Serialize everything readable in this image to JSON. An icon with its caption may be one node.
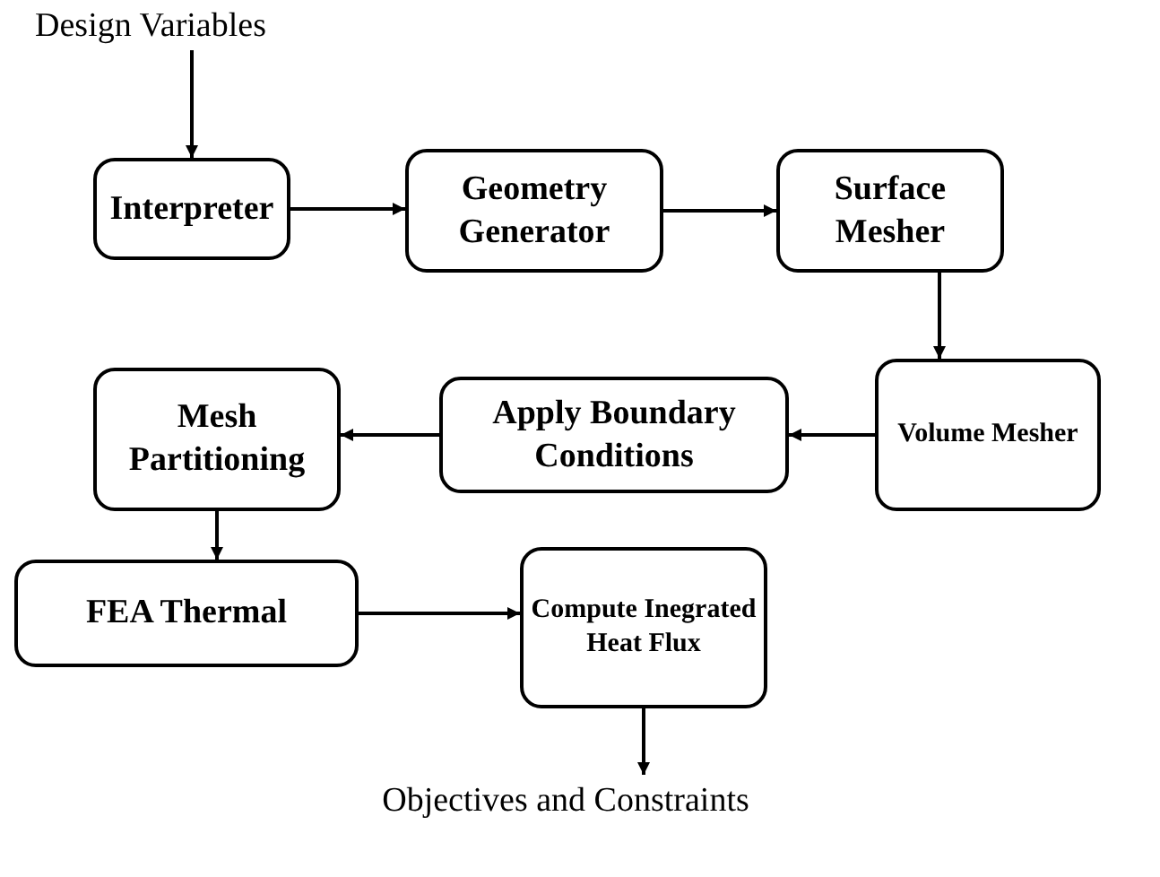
{
  "diagram": {
    "nodes": [
      {
        "text": [
          "Design Variables"
        ]
      },
      {
        "text": [
          "Interpreter"
        ]
      },
      {
        "text": [
          "Geometry Generator"
        ]
      },
      {
        "text": [
          "Surface Mesher"
        ]
      },
      {
        "text": [
          "Volume Mesher"
        ]
      },
      {
        "text": [
          "Apply Boundary Conditions"
        ]
      },
      {
        "text": [
          "Mesh Partitioning"
        ]
      },
      {
        "text": [
          "FEA Thermal"
        ]
      },
      {
        "text": [
          "Compute Inegrated Heat Flux"
        ]
      },
      {
        "text": [
          "Objectives and Constraints"
        ]
      }
    ],
    "edges": [
      {
        "from": 0,
        "to": 1,
        "arrow": "to"
      },
      {
        "from": 1,
        "to": 2,
        "arrow": "to"
      },
      {
        "from": 2,
        "to": 3,
        "arrow": "to"
      },
      {
        "from": 3,
        "to": 4,
        "arrow": "to"
      },
      {
        "from": 4,
        "to": 5,
        "arrow": "to"
      },
      {
        "from": 5,
        "to": 6,
        "arrow": "to"
      },
      {
        "from": 6,
        "to": 7,
        "arrow": "to"
      },
      {
        "from": 7,
        "to": 8,
        "arrow": "to"
      },
      {
        "from": 8,
        "to": 9,
        "arrow": "to"
      }
    ]
  }
}
